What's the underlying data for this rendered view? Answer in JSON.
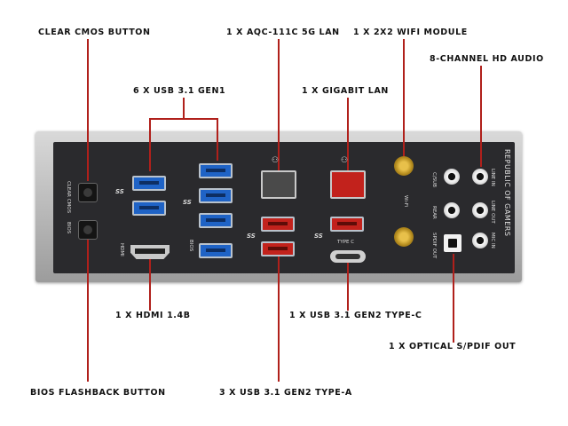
{
  "callouts": {
    "clear_cmos": "CLEAR CMOS BUTTON",
    "usb31_gen1": "6 X USB 3.1 GEN1",
    "aqc_lan": "1 X AQC-111C 5G LAN",
    "gigabit_lan": "1 X GIGABIT LAN",
    "wifi": "1 X 2X2 WIFI MODULE",
    "hd_audio": "8-CHANNEL HD AUDIO",
    "hdmi": "1 X HDMI 1.4B",
    "usb31_gen2_typec": "1 X USB 3.1 GEN2 TYPE-C",
    "optical": "1 X OPTICAL S/PDIF OUT",
    "bios_flashback": "BIOS FLASHBACK BUTTON",
    "usb31_gen2_typea": "3 X USB 3.1 GEN2 TYPE-A"
  },
  "panel_labels": {
    "clear_cmos": "CLEAR CMOS",
    "bios": "BIOS",
    "hdmi": "HDMI",
    "bios_small": "BIOS",
    "type_c": "TYPE C",
    "wifi": "Wi-Fi",
    "c_sub": "C/SUB",
    "rear": "REAR",
    "spdif_out": "SPDIF OUT",
    "line_in": "LINE IN",
    "line_out": "LINE OUT",
    "mic_in": "MIC IN",
    "ss": "SS",
    "brand": "REPUBLIC OF GAMERS"
  },
  "colors": {
    "leader": "#b0201b",
    "usb_gen1": "#1f63c6",
    "usb_gen2": "#c2221c",
    "panel": "#2a2a2d"
  },
  "icons": [
    "lan-network-icon",
    "lan-network-icon"
  ]
}
